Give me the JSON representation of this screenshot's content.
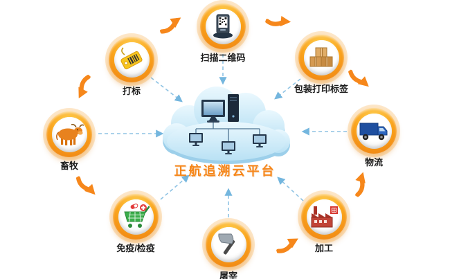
{
  "platform": {
    "title": "正航追溯云平台"
  },
  "nodes": [
    {
      "id": "scan",
      "label": "扫描二维码",
      "icon": "qr-scanner-icon"
    },
    {
      "id": "pack",
      "label": "包装打印标签",
      "icon": "boxes-icon"
    },
    {
      "id": "logistics",
      "label": "物流",
      "icon": "truck-icon"
    },
    {
      "id": "process",
      "label": "加工",
      "icon": "factory-icon"
    },
    {
      "id": "slaughter",
      "label": "屠宰",
      "icon": "cleaver-icon"
    },
    {
      "id": "quarantine",
      "label": "免疫/检疫",
      "icon": "cart-medicine-icon"
    },
    {
      "id": "husbandry",
      "label": "畜牧",
      "icon": "cattle-icon"
    },
    {
      "id": "tag",
      "label": "打标",
      "icon": "tag-icon"
    }
  ],
  "colors": {
    "accent_orange": "#F6871B",
    "ring_orange": "#FAA31B",
    "cloud_blue": "#BFE3F5",
    "dash_blue": "#8FC3E4",
    "label_dark": "#1C1C1C"
  }
}
